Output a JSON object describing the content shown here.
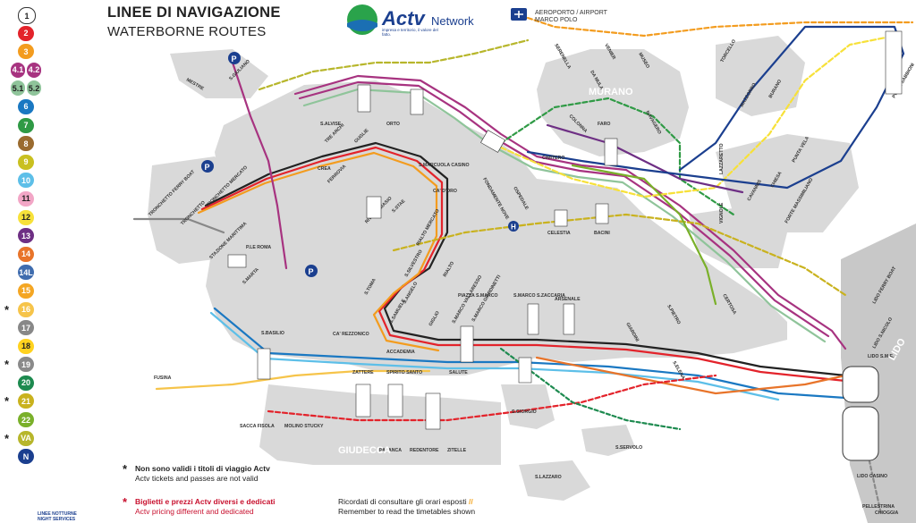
{
  "title": {
    "it": "LINEE DI NAVIGAZIONE",
    "en": "WATERBORNE ROUTES"
  },
  "brand": {
    "name": "Actv",
    "tagline": "impresa e territorio, il valore del fatto.",
    "network": "Network"
  },
  "airport": {
    "it": "AEROPORTO / AIRPORT",
    "en": "MARCO POLO"
  },
  "legend": [
    {
      "label": "1",
      "bg": "#ffffff",
      "fg": "#222222",
      "star": ""
    },
    {
      "label": "2",
      "bg": "#e3232b",
      "fg": "#ffffff",
      "star": ""
    },
    {
      "label": "3",
      "bg": "#f39c1f",
      "fg": "#ffffff",
      "star": ""
    },
    {
      "label": "4.1",
      "bg": "#a73380",
      "fg": "#ffffff",
      "label2": "4.2",
      "bg2": "#a73380",
      "star": ""
    },
    {
      "label": "5.1",
      "bg": "#8fc49a",
      "fg": "#222222",
      "label2": "5.2",
      "bg2": "#8fc49a",
      "star": ""
    },
    {
      "label": "6",
      "bg": "#1a78c2",
      "fg": "#ffffff",
      "star": ""
    },
    {
      "label": "7",
      "bg": "#2f9a45",
      "fg": "#ffffff",
      "star": ""
    },
    {
      "label": "8",
      "bg": "#9a6b2f",
      "fg": "#ffffff",
      "star": ""
    },
    {
      "label": "9",
      "bg": "#c9c020",
      "fg": "#ffffff",
      "star": ""
    },
    {
      "label": "10",
      "bg": "#5dbfe8",
      "fg": "#ffffff",
      "star": ""
    },
    {
      "label": "11",
      "bg": "#f2a6c6",
      "fg": "#222222",
      "star": ""
    },
    {
      "label": "12",
      "bg": "#f7e13a",
      "fg": "#222222",
      "star": ""
    },
    {
      "label": "13",
      "bg": "#6e2f84",
      "fg": "#ffffff",
      "star": ""
    },
    {
      "label": "14",
      "bg": "#e8742a",
      "fg": "#ffffff",
      "star": ""
    },
    {
      "label": "14L",
      "bg": "#3f6cae",
      "fg": "#ffffff",
      "star": ""
    },
    {
      "label": "15",
      "bg": "#f4a623",
      "fg": "#ffffff",
      "star": ""
    },
    {
      "label": "16",
      "bg": "#f6c44a",
      "fg": "#ffffff",
      "star": "*"
    },
    {
      "label": "17",
      "bg": "#888888",
      "fg": "#ffffff",
      "star": ""
    },
    {
      "label": "18",
      "bg": "#ffd21f",
      "fg": "#222222",
      "star": ""
    },
    {
      "label": "19",
      "bg": "#8a8a8a",
      "fg": "#ffffff",
      "star": "*"
    },
    {
      "label": "20",
      "bg": "#1d8a4f",
      "fg": "#ffffff",
      "star": ""
    },
    {
      "label": "21",
      "bg": "#c9b21e",
      "fg": "#ffffff",
      "star": "*"
    },
    {
      "label": "22",
      "bg": "#7ab02a",
      "fg": "#ffffff",
      "star": ""
    },
    {
      "label": "VA",
      "bg": "#b7b62b",
      "fg": "#ffffff",
      "star": "*"
    },
    {
      "label": "N",
      "bg": "#1b3f8f",
      "fg": "#ffffff",
      "star": ""
    }
  ],
  "legend_notes": {
    "night_it": "LINEE NOTTURNE",
    "night_en": "NIGHT SERVICES"
  },
  "notes": {
    "tickets_it": "Non sono validi i titoli di viaggio Actv",
    "tickets_en": "Actv tickets and passes are not valid",
    "pricing_it": "Biglietti e prezzi Actv diversi e dedicati",
    "pricing_en": "Actv pricing different and dedicated",
    "timetable_it": "Ricordati di consultare gli orari esposti",
    "timetable_en": "Remember to read the timetables shown"
  },
  "areas": {
    "murano": "MURANO",
    "giudecca": "GIUDECCA",
    "lido": "LIDO"
  },
  "stops": [
    {
      "name": "S.ALVISE"
    },
    {
      "name": "ORTO"
    },
    {
      "name": "TRE ARCHI"
    },
    {
      "name": "GUGLIE"
    },
    {
      "name": "CREA"
    },
    {
      "name": "FERROVIA"
    },
    {
      "name": "P.LE ROMA"
    },
    {
      "name": "S.MARTA"
    },
    {
      "name": "TRONCHETTO FERRY BOAT"
    },
    {
      "name": "TRONCHETTO MERCATO"
    },
    {
      "name": "TRONCHETTO"
    },
    {
      "name": "STAZIONE MARITTIMA"
    },
    {
      "name": "S.MARCUOLA CASINO"
    },
    {
      "name": "CA' D'ORO"
    },
    {
      "name": "RIVA DE BIASIO"
    },
    {
      "name": "S.STAE"
    },
    {
      "name": "RIALTO MERCATO"
    },
    {
      "name": "RIALTO"
    },
    {
      "name": "S.SILVESTRO"
    },
    {
      "name": "S.TOMA"
    },
    {
      "name": "S.ANGELO"
    },
    {
      "name": "S.SAMUELE"
    },
    {
      "name": "CA' REZZONICO"
    },
    {
      "name": "GIGLIO"
    },
    {
      "name": "ACCADEMIA"
    },
    {
      "name": "SALUTE"
    },
    {
      "name": "S.MARCO VALLARESSO"
    },
    {
      "name": "S.MARCO GIARDINETTI"
    },
    {
      "name": "PIAZZA S.MARCO"
    },
    {
      "name": "S.MARCO S.ZACCARIA"
    },
    {
      "name": "ARSENALE"
    },
    {
      "name": "GIARDINI"
    },
    {
      "name": "S.ELENA"
    },
    {
      "name": "S.PIETRO"
    },
    {
      "name": "CERTOSA"
    },
    {
      "name": "S.GIORGIO"
    },
    {
      "name": "S.SERVOLO"
    },
    {
      "name": "S.LAZZARO"
    },
    {
      "name": "FUSINA"
    },
    {
      "name": "S.BASILIO"
    },
    {
      "name": "SACCA FISOLA"
    },
    {
      "name": "MOLINO STUCKY"
    },
    {
      "name": "ZATTERE"
    },
    {
      "name": "SPIRITO SANTO"
    },
    {
      "name": "PALANCA"
    },
    {
      "name": "REDENTORE"
    },
    {
      "name": "ZITELLE"
    },
    {
      "name": "FONDAMENTE NOVE"
    },
    {
      "name": "OSPEDALE"
    },
    {
      "name": "CELESTIA"
    },
    {
      "name": "BACINI"
    },
    {
      "name": "CIMITERO"
    },
    {
      "name": "COLONNA"
    },
    {
      "name": "FARO"
    },
    {
      "name": "SERENELLA"
    },
    {
      "name": "VENIER"
    },
    {
      "name": "DA MULA"
    },
    {
      "name": "NAVAGERO"
    },
    {
      "name": "MUSEO"
    },
    {
      "name": "LAZZARETTO"
    },
    {
      "name": "VIGNOLE"
    },
    {
      "name": "CAVANNIS"
    },
    {
      "name": "CHIESA"
    },
    {
      "name": "PUNTA VELA"
    },
    {
      "name": "FORTE MASSIMILIANO"
    },
    {
      "name": "TORCELLO"
    },
    {
      "name": "MAZZORBO"
    },
    {
      "name": "BURANO"
    },
    {
      "name": "PUNTA SABBIONI"
    },
    {
      "name": "LIDO S.M.E."
    },
    {
      "name": "LIDO FERRY BOAT"
    },
    {
      "name": "LIDO S.NICOLO"
    },
    {
      "name": "LIDO CASINO"
    },
    {
      "name": "PELLESTRINA"
    },
    {
      "name": "CHIOGGIA"
    },
    {
      "name": "S.GIULIANO"
    },
    {
      "name": "MESTRE"
    }
  ],
  "colors": {
    "land": "#d9d9d9",
    "water": "#ffffff",
    "lido_land": "#c8c8c8"
  }
}
